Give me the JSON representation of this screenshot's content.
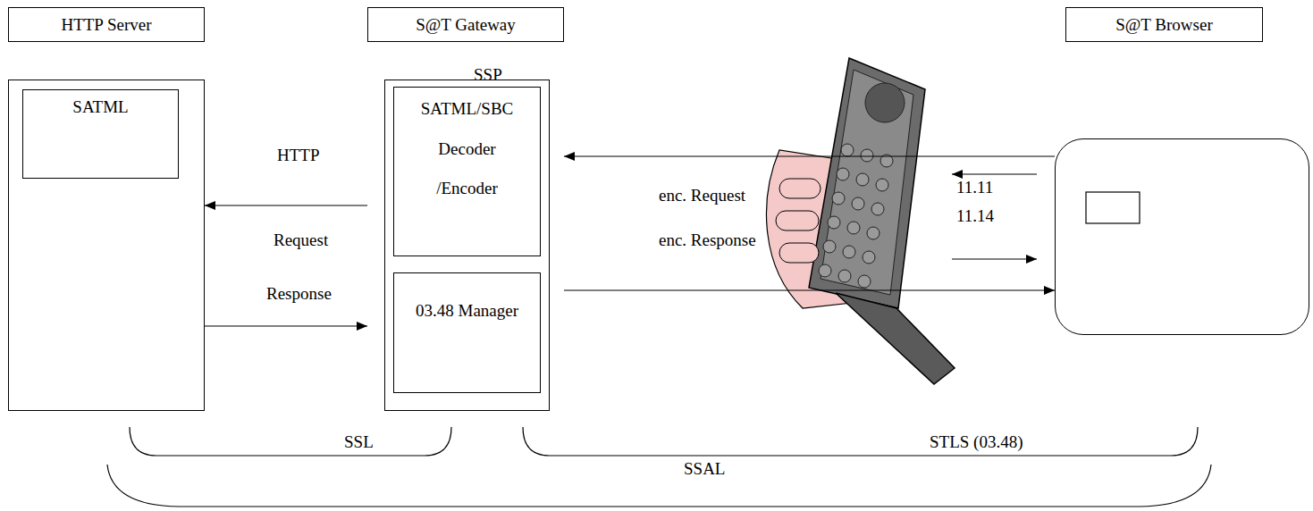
{
  "diagram": {
    "nodes": [
      {
        "text": [
          "HTTP Server"
        ]
      },
      {
        "text": [
          "SATML"
        ],
        "in": 0
      },
      {
        "text": [
          "S@T Gateway"
        ]
      },
      {
        "text": [
          "SATML/SBC Decoder /Encoder"
        ],
        "in": 2
      },
      {
        "text": [
          "03.48 Manager"
        ],
        "in": 2
      },
      {
        "text": [
          "S@T Browser"
        ]
      }
    ],
    "edges": [
      {
        "from": 2,
        "to": 0,
        "arrow": "to"
      },
      {
        "from": 0,
        "to": 2,
        "arrow": "to"
      },
      {
        "from": 5,
        "to": 2,
        "arrow": "to"
      },
      {
        "from": 2,
        "to": 5,
        "arrow": "to"
      }
    ],
    "labels": [
      "HTTP",
      "Request",
      "Response",
      "SSP",
      "enc. Request",
      "enc. Response",
      "11.11",
      "11.14",
      "SSL",
      "STLS (03.48)",
      "SSAL"
    ]
  }
}
